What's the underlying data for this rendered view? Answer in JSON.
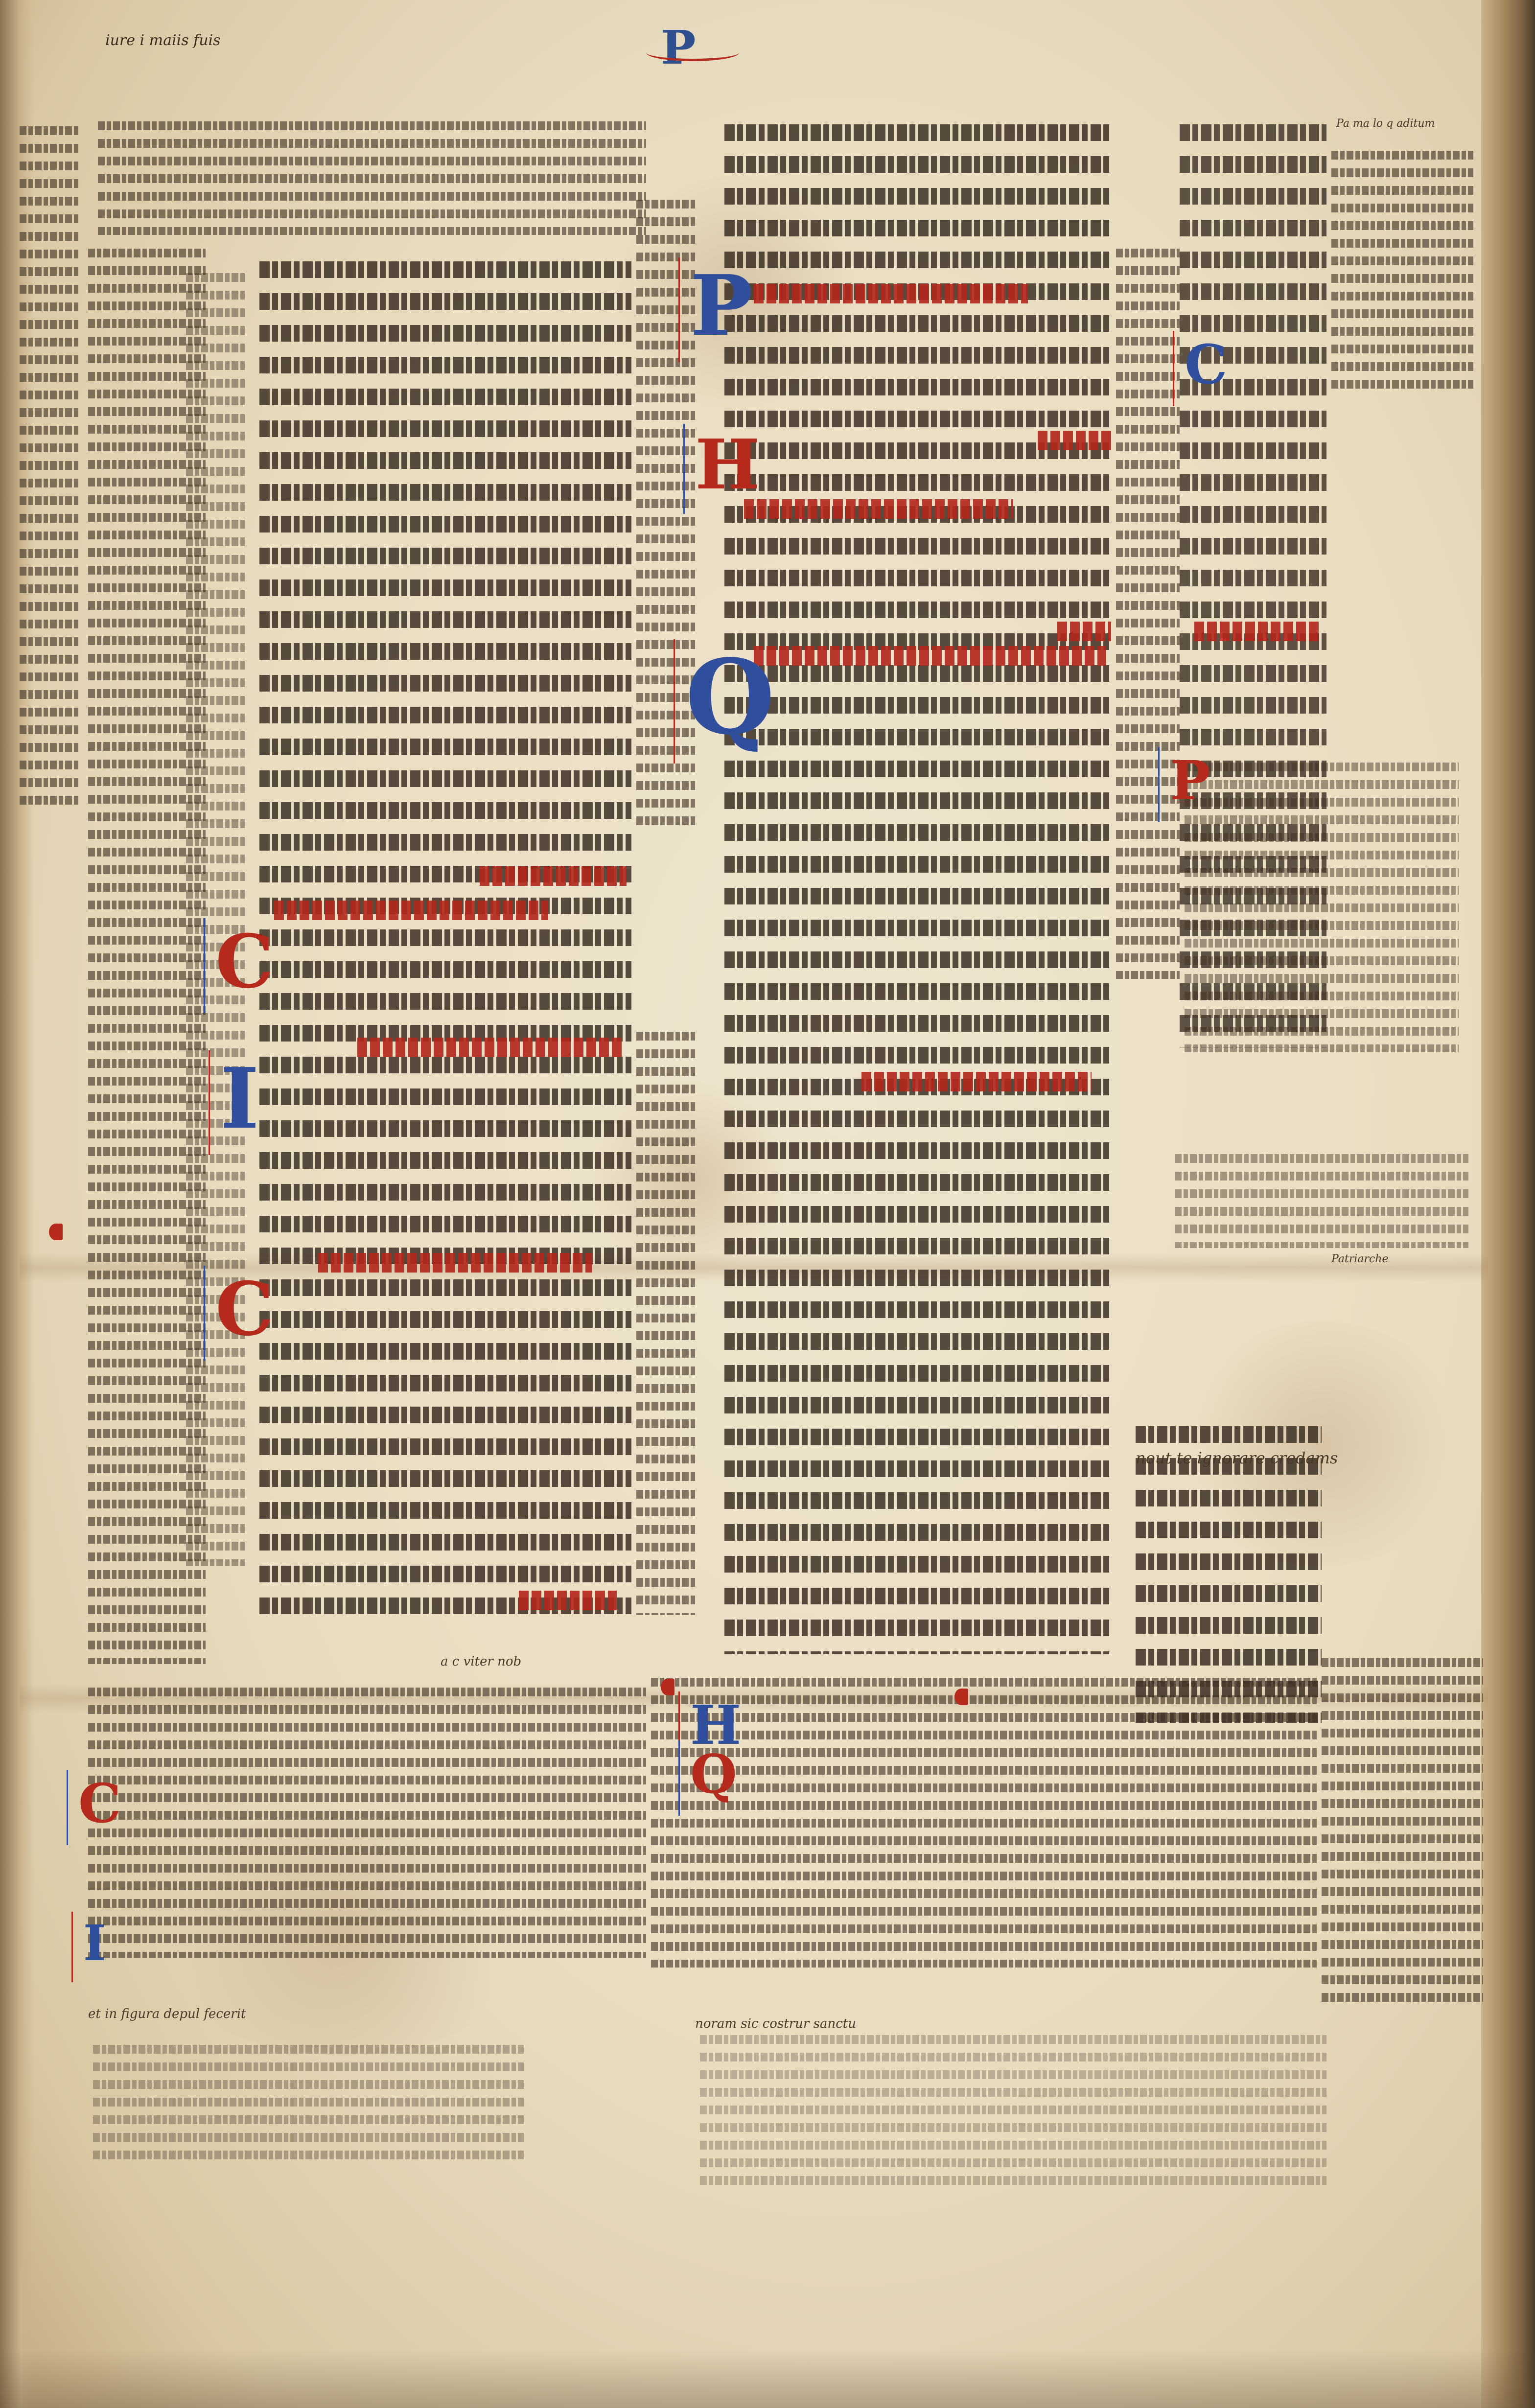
{
  "page": {
    "header_note": "iure i maiis fuis",
    "page_letter": "P"
  },
  "initials": [
    {
      "id": "initial-p-main",
      "letter": "P",
      "color": "blue"
    },
    {
      "id": "initial-h",
      "letter": "H",
      "color": "red"
    },
    {
      "id": "initial-q",
      "letter": "Q",
      "color": "blue"
    },
    {
      "id": "initial-c-left",
      "letter": "C",
      "color": "red"
    },
    {
      "id": "initial-i-left",
      "letter": "I",
      "color": "blue"
    },
    {
      "id": "initial-c-left-2",
      "letter": "C",
      "color": "red"
    },
    {
      "id": "initial-c-right",
      "letter": "C",
      "color": "blue"
    },
    {
      "id": "initial-p-right",
      "letter": "P",
      "color": "red"
    },
    {
      "id": "initial-c-lower",
      "letter": "C",
      "color": "red"
    },
    {
      "id": "initial-h-lower",
      "letter": "H",
      "color": "blue"
    },
    {
      "id": "initial-q-lower",
      "letter": "Q",
      "color": "red"
    },
    {
      "id": "initial-i-lower",
      "letter": "I",
      "color": "blue"
    }
  ],
  "marginalia": {
    "lower_left_1": "et in figura depul fecerit",
    "lower_right_1": "nout te ignorare credams",
    "lower_center_1": "a c viter nob",
    "lower_center_2": "noram sic costrur sanctu",
    "right_1": "Pa ma lo q aditum",
    "right_2": "Patriarche"
  },
  "colors": {
    "parchment": "#e8dcc0",
    "ink": "#2d2016",
    "rubric_red": "#b2261c",
    "initial_blue": "#2f4f9c"
  }
}
